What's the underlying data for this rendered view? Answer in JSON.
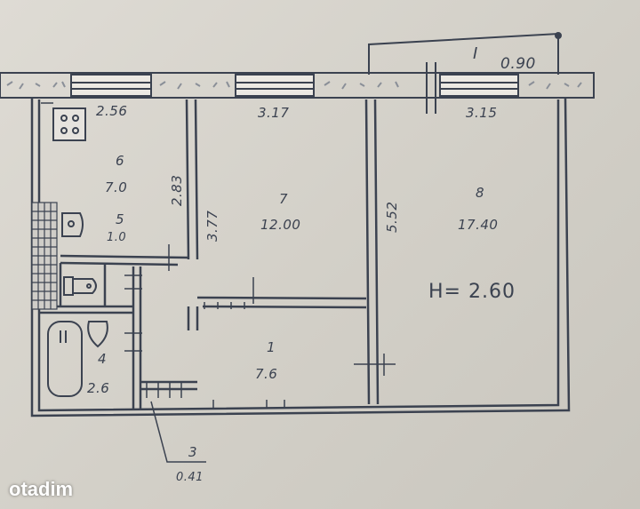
{
  "plan": {
    "section_mark": "I",
    "balcony_width": "0.90",
    "ceiling_height": "H= 2.60",
    "dims": {
      "kitchen_width": "2.56",
      "kitchen_depth": "2.83",
      "room7_width": "3.17",
      "room7_depth": "3.77",
      "room8_width": "3.15",
      "room8_depth": "5.52"
    },
    "rooms": [
      {
        "number": "6",
        "area": "7.0"
      },
      {
        "number": "5",
        "area": "1.0"
      },
      {
        "number": "7",
        "area": "12.00"
      },
      {
        "number": "8",
        "area": "17.40"
      },
      {
        "number": "1",
        "area": "7.6"
      },
      {
        "number": "4",
        "area": "2.6"
      },
      {
        "number": "3",
        "area": "0.41"
      }
    ]
  },
  "watermark": "otadim",
  "colors": {
    "paper": "#d6d3cc",
    "ink": "#3b4250",
    "wall_pattern": "#9ea3ac"
  }
}
